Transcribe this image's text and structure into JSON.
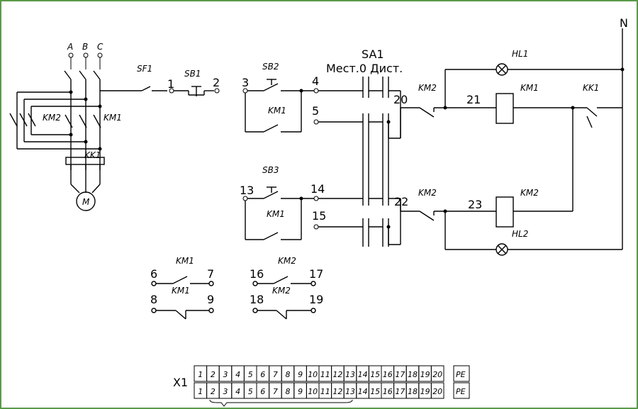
{
  "phases": [
    "A",
    "B",
    "C"
  ],
  "neutral": "N",
  "power": {
    "sf1": "SF1",
    "km2": "KM2",
    "km1": "KM1",
    "kk1": "KK1",
    "motor": "M"
  },
  "control": {
    "node1": "1",
    "node2": "2",
    "node3": "3",
    "node4": "4",
    "node5": "5",
    "node13": "13",
    "node14": "14",
    "node15": "15",
    "node20": "20",
    "node21": "21",
    "node22": "22",
    "node23": "23",
    "sb1": "SB1",
    "sb2": "SB2",
    "sb3": "SB3",
    "sb2_hold": "KM1",
    "sb3_hold": "KM1",
    "sa1": "SA1",
    "sa1_pos": "Мест.0 Дист.",
    "km2_nc_top": "KM2",
    "km2_nc_bot": "KM2",
    "coil_km1": "KM1",
    "coil_km2": "KM2",
    "kk1": "KK1",
    "hl1": "HL1",
    "hl2": "HL2"
  },
  "aux": {
    "km1_title": "KM1",
    "km1_inner": "KM1",
    "km2_title": "KM2",
    "km2_inner": "KM2",
    "n6": "6",
    "n7": "7",
    "n8": "8",
    "n9": "9",
    "n16": "16",
    "n17": "17",
    "n18": "18",
    "n19": "19"
  },
  "terminal": {
    "label": "X1",
    "cells": [
      "1",
      "2",
      "3",
      "4",
      "5",
      "6",
      "7",
      "8",
      "9",
      "10",
      "11",
      "12",
      "13",
      "14",
      "15",
      "16",
      "17",
      "18",
      "19",
      "20"
    ],
    "pe": "PE"
  }
}
